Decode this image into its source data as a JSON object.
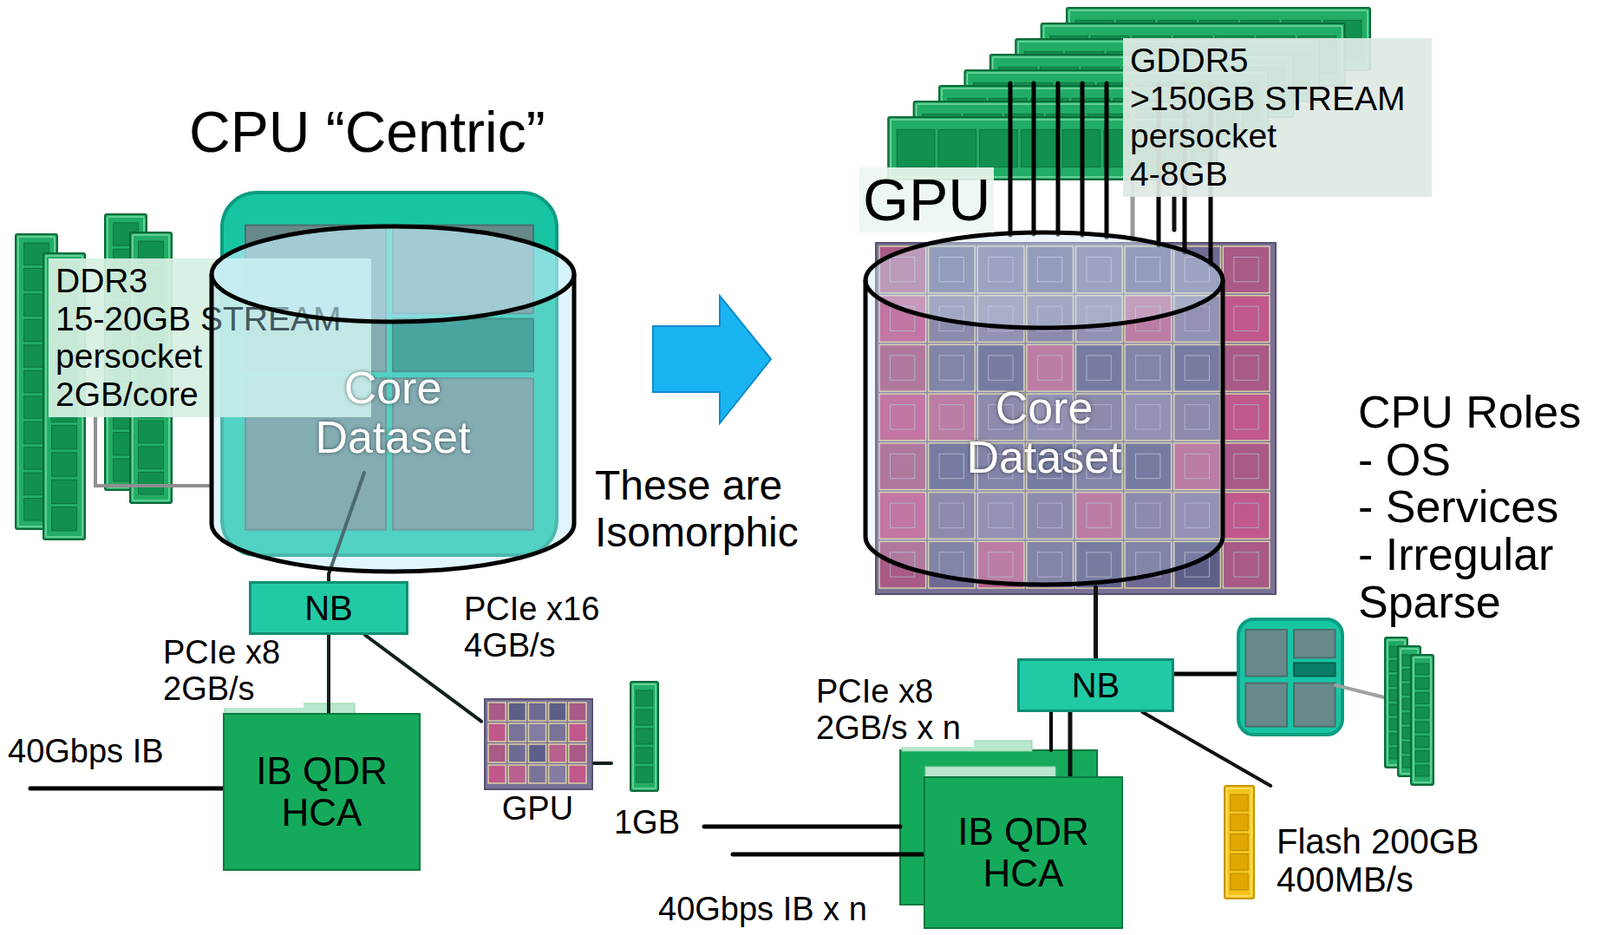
{
  "diagram": {
    "nodes": [
      {
        "text": [
          "DDR3",
          "15-20GB STREAM persocket",
          "2GB/core"
        ]
      },
      {
        "text": [
          "Core Dataset"
        ]
      },
      {
        "text": [
          "NB"
        ]
      },
      {
        "text": [
          "IB QDR HCA"
        ]
      },
      {
        "text": [
          "GPU"
        ]
      },
      {
        "text": [
          "1GB"
        ]
      },
      {
        "text": [
          "GDDR5",
          ">150GB STREAM persocket",
          "4-8GB"
        ]
      },
      {
        "text": [
          "Core Dataset"
        ]
      },
      {
        "text": [
          "NB"
        ]
      },
      {
        "text": [
          "IB QDR HCA"
        ]
      },
      {
        "text": [
          "Flash 200GB 400MB/s"
        ]
      }
    ],
    "edges": [
      {
        "from": 0,
        "to": 1,
        "arrow": "none"
      },
      {
        "from": 1,
        "to": 2,
        "arrow": "none"
      },
      {
        "from": 2,
        "to": 3,
        "label": "PCIe x8 2GB/s",
        "arrow": "none"
      },
      {
        "from": 2,
        "to": 4,
        "label": "PCIe x16 4GB/s",
        "arrow": "none"
      },
      {
        "from": 4,
        "to": 5,
        "arrow": "none"
      },
      {
        "from": 6,
        "to": 7,
        "arrow": "none"
      },
      {
        "from": 7,
        "to": 8,
        "arrow": "none"
      },
      {
        "from": 8,
        "to": 9,
        "label": "PCIe x8 2GB/s x n",
        "arrow": "none"
      },
      {
        "from": 8,
        "to": 10,
        "arrow": "none"
      }
    ],
    "labels": [
      "CPU “Centric”",
      "These are Isomorphic",
      "40Gbps IB",
      "GPU",
      "CPU Roles",
      "- OS",
      "- Services",
      "- Irregular Sparse",
      "40Gbps IB x n"
    ]
  }
}
